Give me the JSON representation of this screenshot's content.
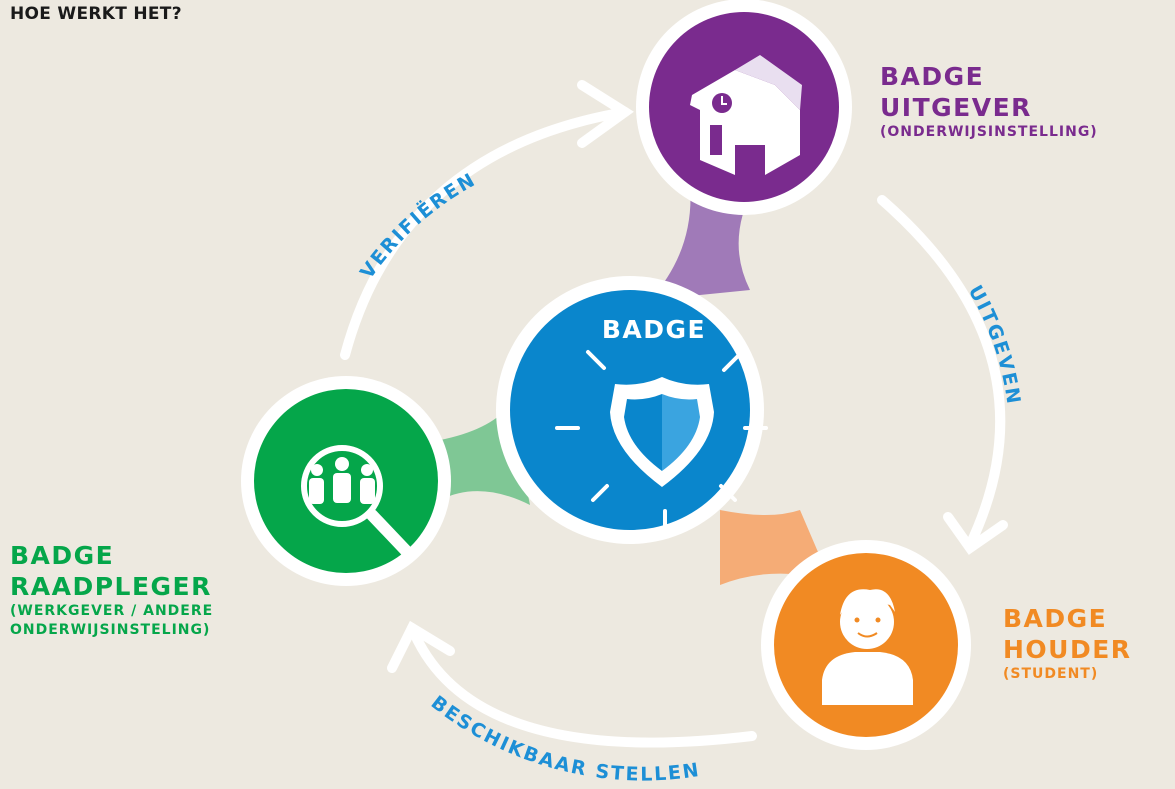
{
  "title": "HOE WERKT HET?",
  "center": {
    "label": "BADGE"
  },
  "nodes": {
    "issuer": {
      "line1": "BADGE",
      "line2": "UITGEVER",
      "sub": "(ONDERWIJSINSTELLING)",
      "color": "#7a2b8e"
    },
    "holder": {
      "line1": "BADGE",
      "line2": "HOUDER",
      "sub": "(STUDENT)",
      "color": "#f18a23"
    },
    "viewer": {
      "line1": "BADGE",
      "line2": "RAADPLEGER",
      "sub1": "(WERKGEVER / ANDERE",
      "sub2": "ONDERWIJSINSTELING)",
      "color": "#05a64a"
    }
  },
  "arrows": {
    "verify": "VERIFIËREN",
    "issue": "UITGEVEN",
    "share": "BESCHIKBAAR STELLEN"
  },
  "colors": {
    "background": "#ede9e0",
    "center": "#0a86cc",
    "arrow_text": "#1d8fd6"
  },
  "icons": {
    "issuer": "school-building-icon",
    "holder": "student-avatar-icon",
    "viewer": "people-search-icon",
    "center": "shield-badge-icon"
  }
}
